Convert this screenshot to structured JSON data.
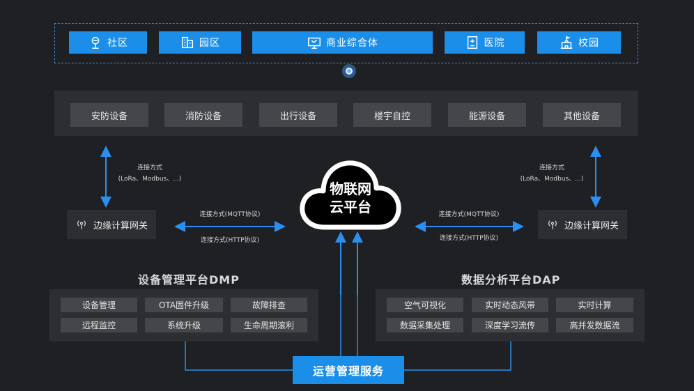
{
  "scenarios": [
    {
      "label": "社区",
      "icon": "community-icon"
    },
    {
      "label": "园区",
      "icon": "park-icon"
    },
    {
      "label": "商业综合体",
      "icon": "commercial-icon"
    },
    {
      "label": "医院",
      "icon": "hospital-icon"
    },
    {
      "label": "校园",
      "icon": "campus-icon"
    }
  ],
  "devices": [
    "安防设备",
    "消防设备",
    "出行设备",
    "楼宇自控",
    "能源设备",
    "其他设备"
  ],
  "gateway_left": {
    "label": "边缘计算网关",
    "conn_line1": "连接方式",
    "conn_line2": "(LoRa、Modbus、...)"
  },
  "gateway_right": {
    "label": "边缘计算网关",
    "conn_line1": "连接方式",
    "conn_line2": "(LoRa、Modbus、...)"
  },
  "cloud": {
    "line1": "物联网",
    "line2": "云平台"
  },
  "mqtt_label": "连接方式(MQTT协议)",
  "http_label": "连接方式(HTTP协议)",
  "dmp": {
    "title": "设备管理平台DMP",
    "items": [
      "设备管理",
      "OTA固件升级",
      "故障排查",
      "远程监控",
      "系统升级",
      "生命周期滚利"
    ]
  },
  "dap": {
    "title": "数据分析平台DAP",
    "items": [
      "空气可视化",
      "实时动态风带",
      "实时计算",
      "数据采集处理",
      "深度学习流传",
      "高并发数据流"
    ]
  },
  "ops_service": "运营管理服务",
  "colors": {
    "accent": "#1a8ee8",
    "background": "#1f2023",
    "panel": "#2d2e31",
    "button": "#45464a"
  }
}
